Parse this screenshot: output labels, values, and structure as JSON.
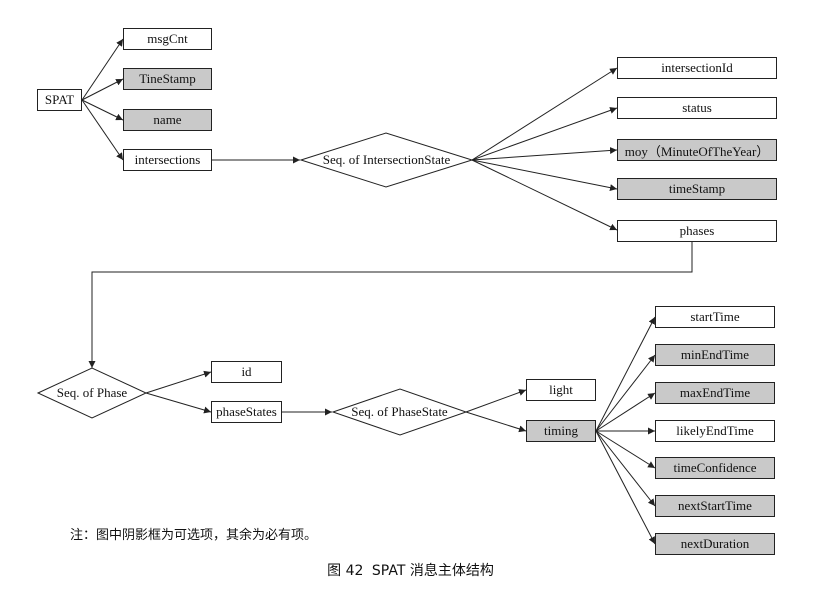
{
  "nodes": {
    "spat": "SPAT",
    "msgCnt": "msgCnt",
    "tineStamp": "TineStamp",
    "name": "name",
    "intersections": "intersections",
    "seqIntersectionState": "Seq. of IntersectionState",
    "intersectionId": "intersectionId",
    "status": "status",
    "moy": "moy（MinuteOfTheYear）",
    "timeStamp": "timeStamp",
    "phases": "phases",
    "seqPhase": "Seq. of Phase",
    "id": "id",
    "phaseStates": "phaseStates",
    "seqPhaseState": "Seq. of PhaseState",
    "light": "light",
    "timing": "timing",
    "startTime": "startTime",
    "minEndTime": "minEndTime",
    "maxEndTime": "maxEndTime",
    "likelyEndTime": "likelyEndTime",
    "timeConfidence": "timeConfidence",
    "nextStartTime": "nextStartTime",
    "nextDuration": "nextDuration"
  },
  "note": "注：图中阴影框为可选项，其余为必有项。",
  "caption": {
    "number": "图 42",
    "title": "SPAT 消息主体结构"
  },
  "colors": {
    "optional_fill": "#c9c9c9",
    "mandatory_fill": "#ffffff",
    "line": "#222222"
  }
}
